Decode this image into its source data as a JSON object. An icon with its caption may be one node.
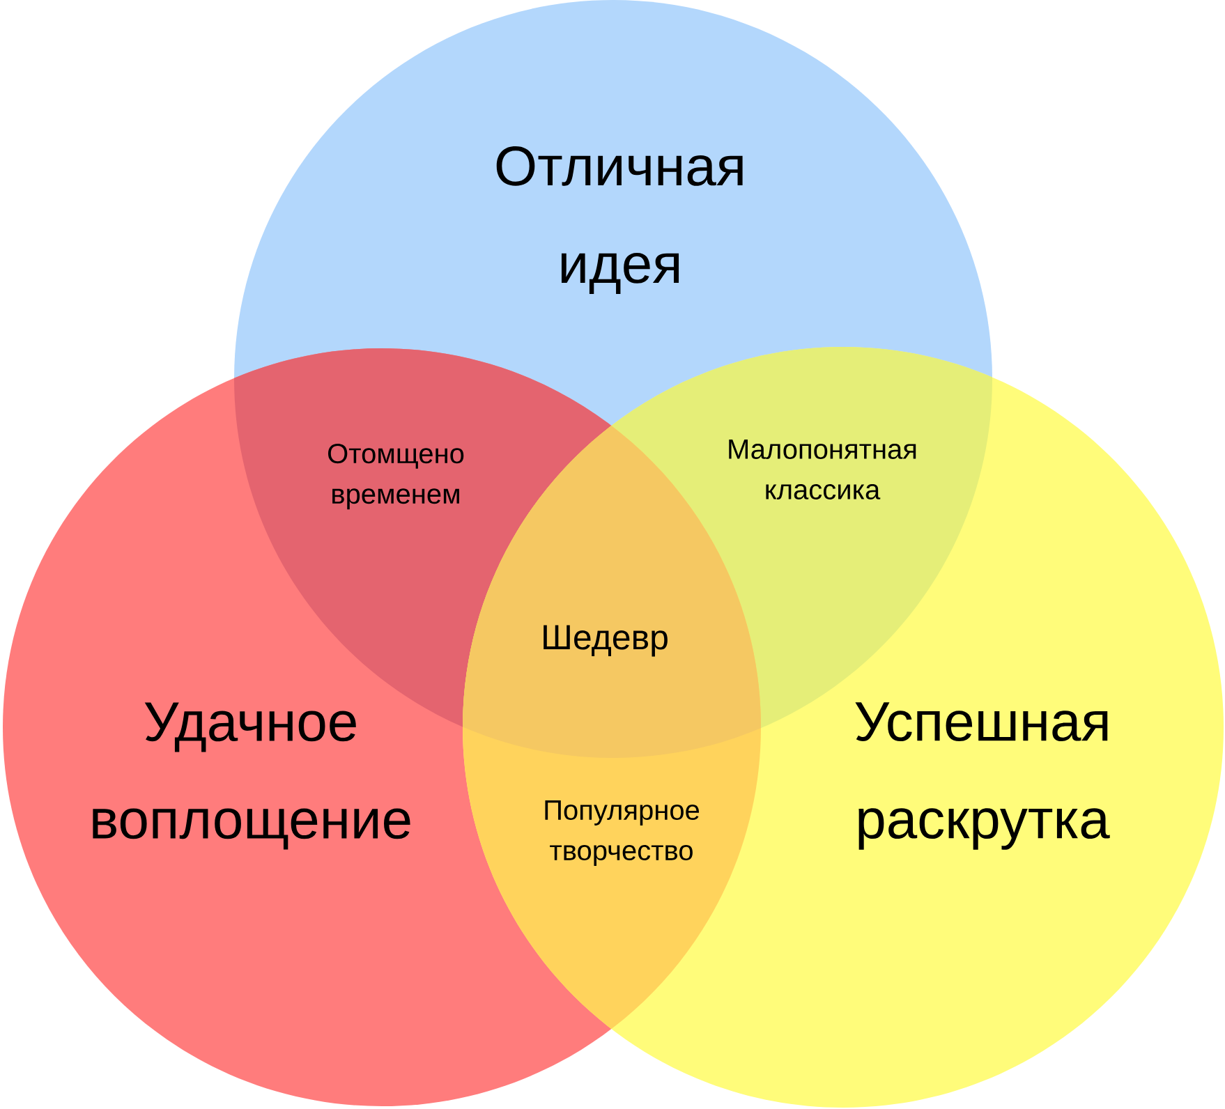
{
  "diagram": {
    "nodes": [
      {
        "text": [
          "Отличная идея"
        ]
      },
      {
        "text": [
          "Удачное воплощение"
        ]
      },
      {
        "text": [
          "Успешная раскрутка"
        ]
      }
    ],
    "labels": [
      "Отомщено временем",
      "Малопонятная классика",
      "Шедевр",
      "Популярное творчество"
    ]
  }
}
